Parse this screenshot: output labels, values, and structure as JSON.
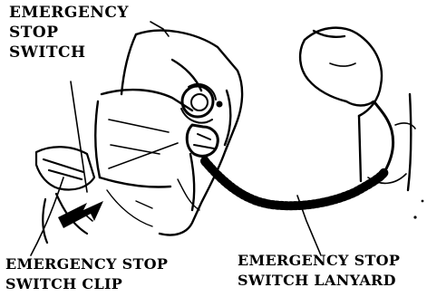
{
  "labels": {
    "stop_switch": [
      "EMERGENCY",
      "STOP",
      "SWITCH"
    ],
    "stop_switch_clip": [
      "EMERGENCY STOP",
      "SWITCH CLIP"
    ],
    "stop_switch_lanyard": [
      "EMERGENCY STOP",
      "SWITCH LANYARD"
    ]
  },
  "colors": {
    "ink": "#000000",
    "paper": "#ffffff"
  }
}
